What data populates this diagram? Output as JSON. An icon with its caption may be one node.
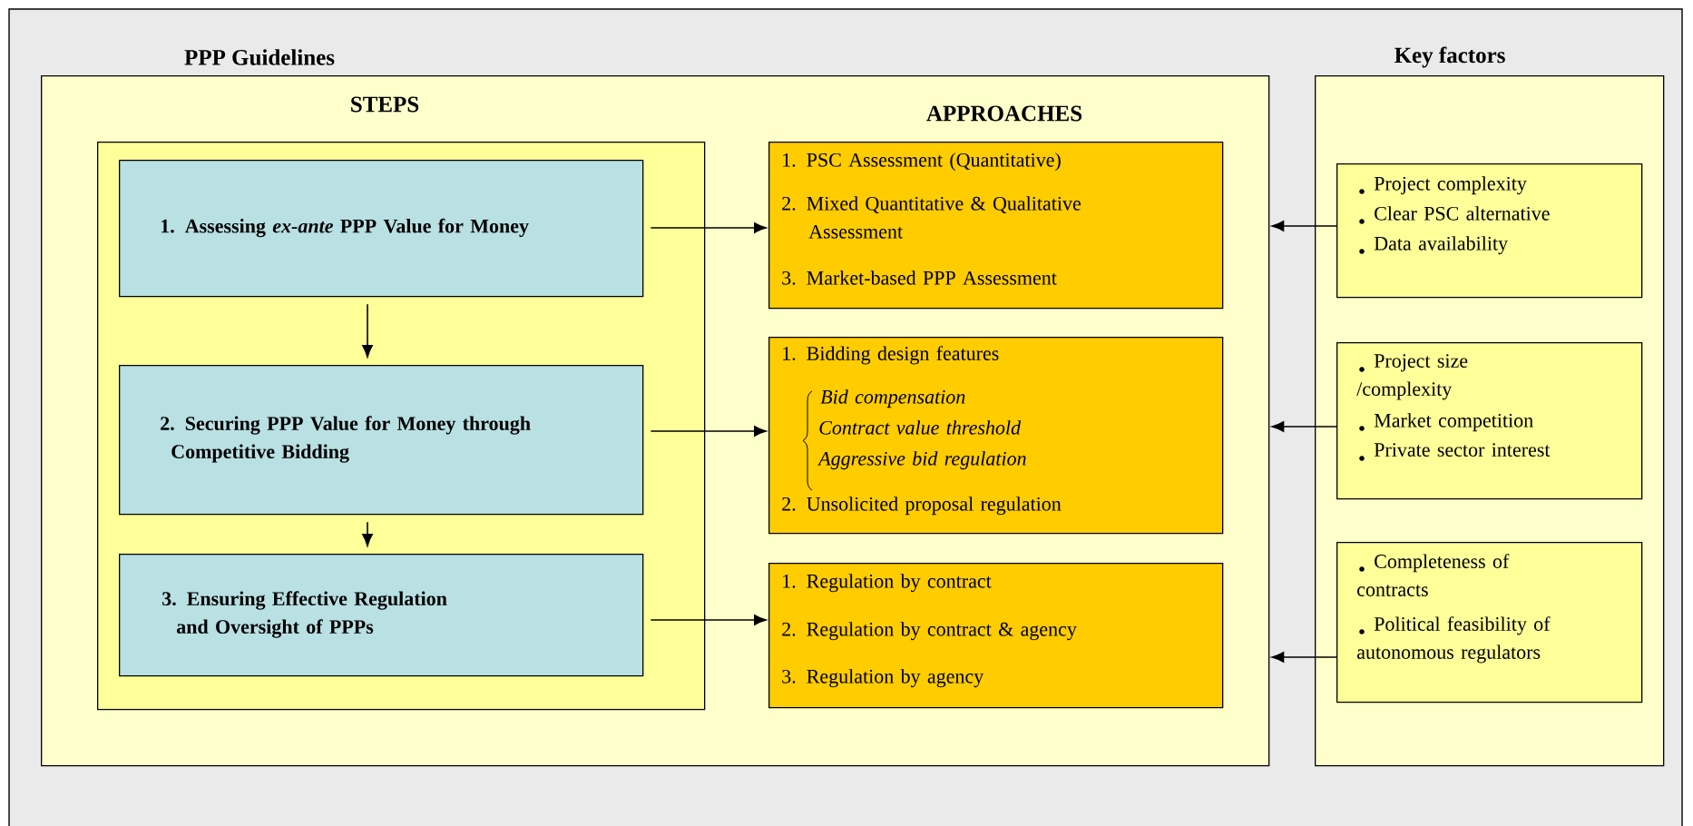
{
  "diagram": {
    "nodes": [
      {
        "text": [
          "PPP Guidelines"
        ]
      },
      {
        "text": [
          "STEPS"
        ],
        "in": 0
      },
      {
        "text": [
          "1. Assessing *ex-ante* PPP Value for Money"
        ],
        "in": 1
      },
      {
        "text": [
          "2. Securing PPP Value for Money through Competitive Bidding"
        ],
        "in": 1
      },
      {
        "text": [
          "3.  Ensuring Effective Regulation and Oversight of PPPs"
        ],
        "in": 1
      },
      {
        "text": [
          "1.  PSC Assessment (Quantitative)",
          "2. Mixed Quantitative & Qualitative Assessment",
          "3.  Market-based PPP Assessment"
        ],
        "in": 0
      },
      {
        "text": [
          "1.  Bidding design features",
          "Bid compensation",
          "Contract value threshold",
          "Aggressive bid regulation",
          "2. Unsolicited proposal regulation"
        ],
        "in": 0
      },
      {
        "text": [
          "1. Regulation by contract",
          "2. Regulation by contract & agency",
          "3. Regulation by agency"
        ],
        "in": 0
      },
      {
        "text": [
          "Key factors"
        ]
      },
      {
        "text": [
          "Project complexity",
          "Clear PSC alternative",
          "Data availability"
        ],
        "in": 8
      },
      {
        "text": [
          "Project size /complexity",
          "Market competition",
          "Private sector interest"
        ],
        "in": 8
      },
      {
        "text": [
          "Completeness of contracts",
          "Political feasibility of autonomous regulators"
        ],
        "in": 8
      }
    ],
    "edges": [
      {
        "from": 2,
        "to": 5,
        "arrow": "to"
      },
      {
        "from": 2,
        "to": 3,
        "arrow": "to"
      },
      {
        "from": 3,
        "to": 6,
        "arrow": "to"
      },
      {
        "from": 3,
        "to": 4,
        "arrow": "to"
      },
      {
        "from": 4,
        "to": 7,
        "arrow": "to"
      },
      {
        "from": 9,
        "to": 0,
        "arrow": "to"
      },
      {
        "from": 10,
        "to": 0,
        "arrow": "to"
      },
      {
        "from": 11,
        "to": 0,
        "arrow": "to"
      }
    ],
    "labels": [
      "APPROACHES"
    ]
  }
}
